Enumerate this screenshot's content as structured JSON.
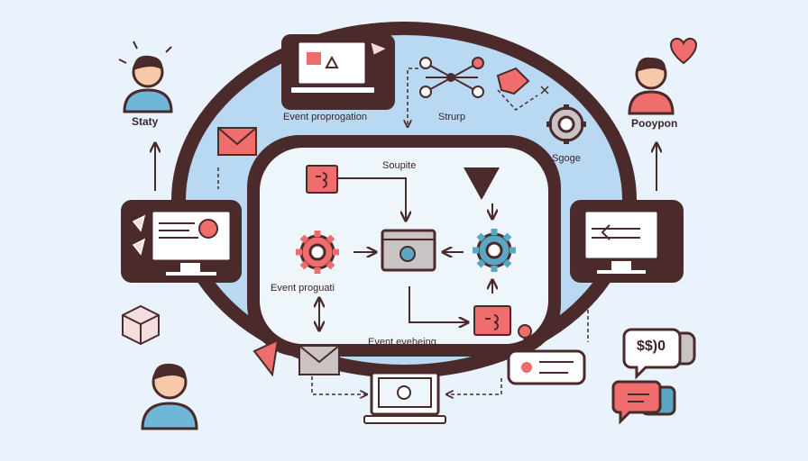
{
  "labels": {
    "user_top_left": "Staty",
    "user_top_right": "Pooypon",
    "laptop_top": "Event proprogation",
    "network_top": "Strurp",
    "gear_right": "Sgoge",
    "inner_top": "Soupite",
    "inner_left": "Event proguati",
    "inner_bottom": "Event eveheing",
    "speech_bubble": "$$)0"
  },
  "colors": {
    "outline": "#4a2a2b",
    "ring_fill": "#b9d9f2",
    "background": "#eaf3fb",
    "coral": "#f06d6d",
    "teal": "#5aa7c4",
    "skin": "#f7c9a8",
    "hair": "#4a2a2b",
    "shirt_blue": "#6fb7d6",
    "shirt_red": "#f06d6d",
    "grey": "#c9c3c4"
  },
  "icons": [
    "person-icon",
    "person-icon",
    "person-icon",
    "laptop-icon",
    "monitor-icon",
    "gear-icon",
    "network-icon",
    "envelope-icon",
    "speech-bubble-icon",
    "heart-icon",
    "box-icon",
    "paper-plane-icon",
    "link-icon",
    "browser-window-icon"
  ]
}
